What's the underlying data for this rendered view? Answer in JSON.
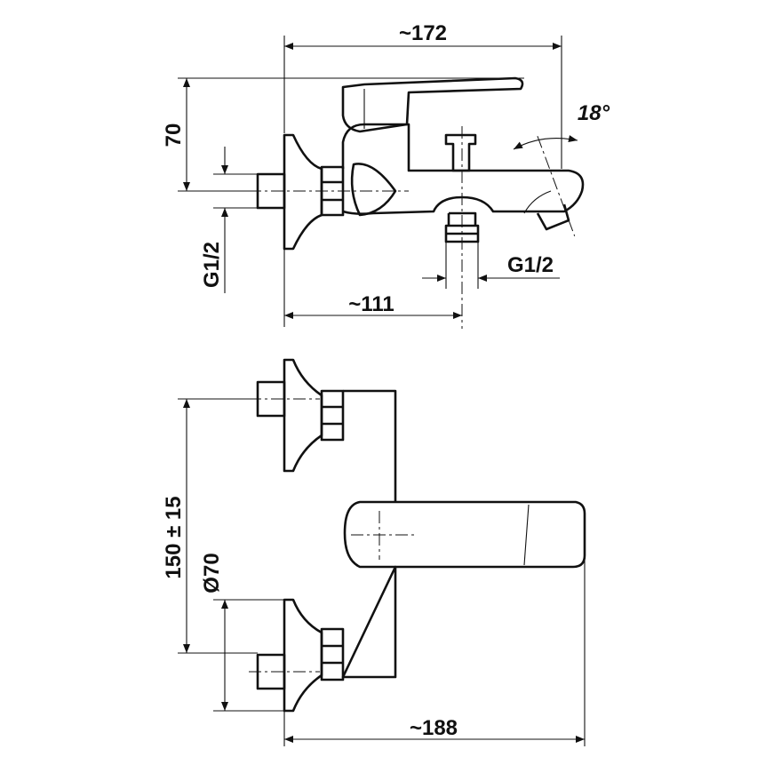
{
  "title": "Bath mixer technical drawing",
  "dimensions": {
    "width_top": "~172",
    "height_lever": "70",
    "spout_angle": "18°",
    "thread_inlet": "G1/2",
    "thread_outlet": "G1/2",
    "outlet_distance": "~111",
    "inlet_spacing": "150 ± 15",
    "flange_diameter": "Ø70",
    "width_front": "~188"
  },
  "colors": {
    "line": "#111111",
    "background": "#ffffff"
  }
}
